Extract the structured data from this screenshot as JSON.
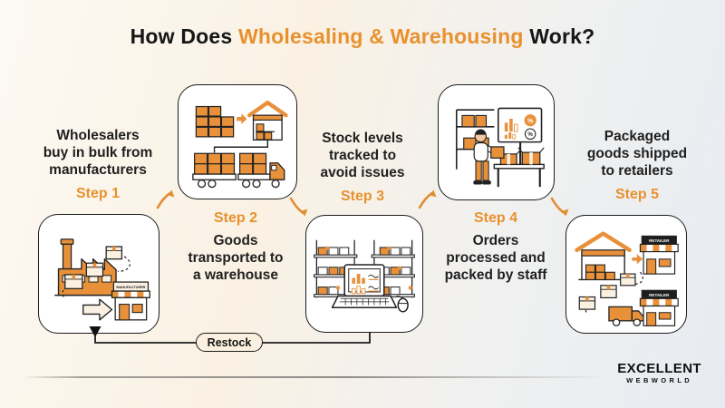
{
  "title": {
    "prefix": "How Does ",
    "highlight": "Wholesaling & Warehousing",
    "suffix": " Work?"
  },
  "steps": [
    {
      "label": "Step 1",
      "lines": [
        "Wholesalers",
        "buy in bulk from",
        "manufacturers"
      ]
    },
    {
      "label": "Step 2",
      "lines": [
        "Goods",
        "transported to",
        "a warehouse"
      ]
    },
    {
      "label": "Step 3",
      "lines": [
        "Stock levels",
        "tracked to",
        "avoid issues"
      ]
    },
    {
      "label": "Step 4",
      "lines": [
        "Orders",
        "processed and",
        "packed by staff"
      ]
    },
    {
      "label": "Step 5",
      "lines": [
        "Packaged",
        "goods shipped",
        "to retailers"
      ]
    }
  ],
  "signs": {
    "manufacturer": "MANUFACTURER",
    "retailer": "RETAILER"
  },
  "restock": {
    "label": "Restock"
  },
  "footer": {
    "brand_line1": "EXCELLENT",
    "brand_line2": "WEBWORLD"
  },
  "colors": {
    "accent_orange": "#e8912e",
    "illustration_orange": "#e8913a",
    "text_dark": "#1d1d1d",
    "bg_warm": "#faf1e3",
    "bg_cool": "#e7ebf1",
    "box_fill": "#ffffff",
    "cream": "#fbf0e0"
  }
}
